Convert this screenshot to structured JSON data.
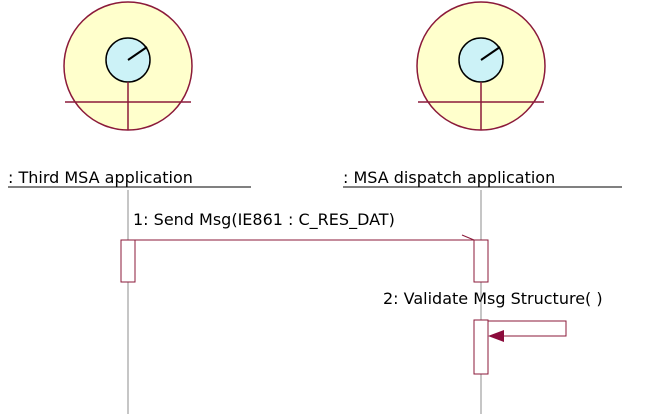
{
  "participants": [
    {
      "label": ": Third MSA application"
    },
    {
      "label": ": MSA dispatch application"
    }
  ],
  "messages": [
    {
      "label": "1: Send Msg(IE861 : C_RES_DAT)"
    },
    {
      "label": "2: Validate Msg Structure( )"
    }
  ],
  "colors": {
    "line": "#8b1a3a",
    "actor_fill": "#ffffcc",
    "lens_fill": "#ccf2f7",
    "lifeline": "#8c8c8c",
    "arrowhead": "#8b0b3c",
    "text": "#000000"
  },
  "icons": {
    "participant": "boundary-actor-icon"
  }
}
